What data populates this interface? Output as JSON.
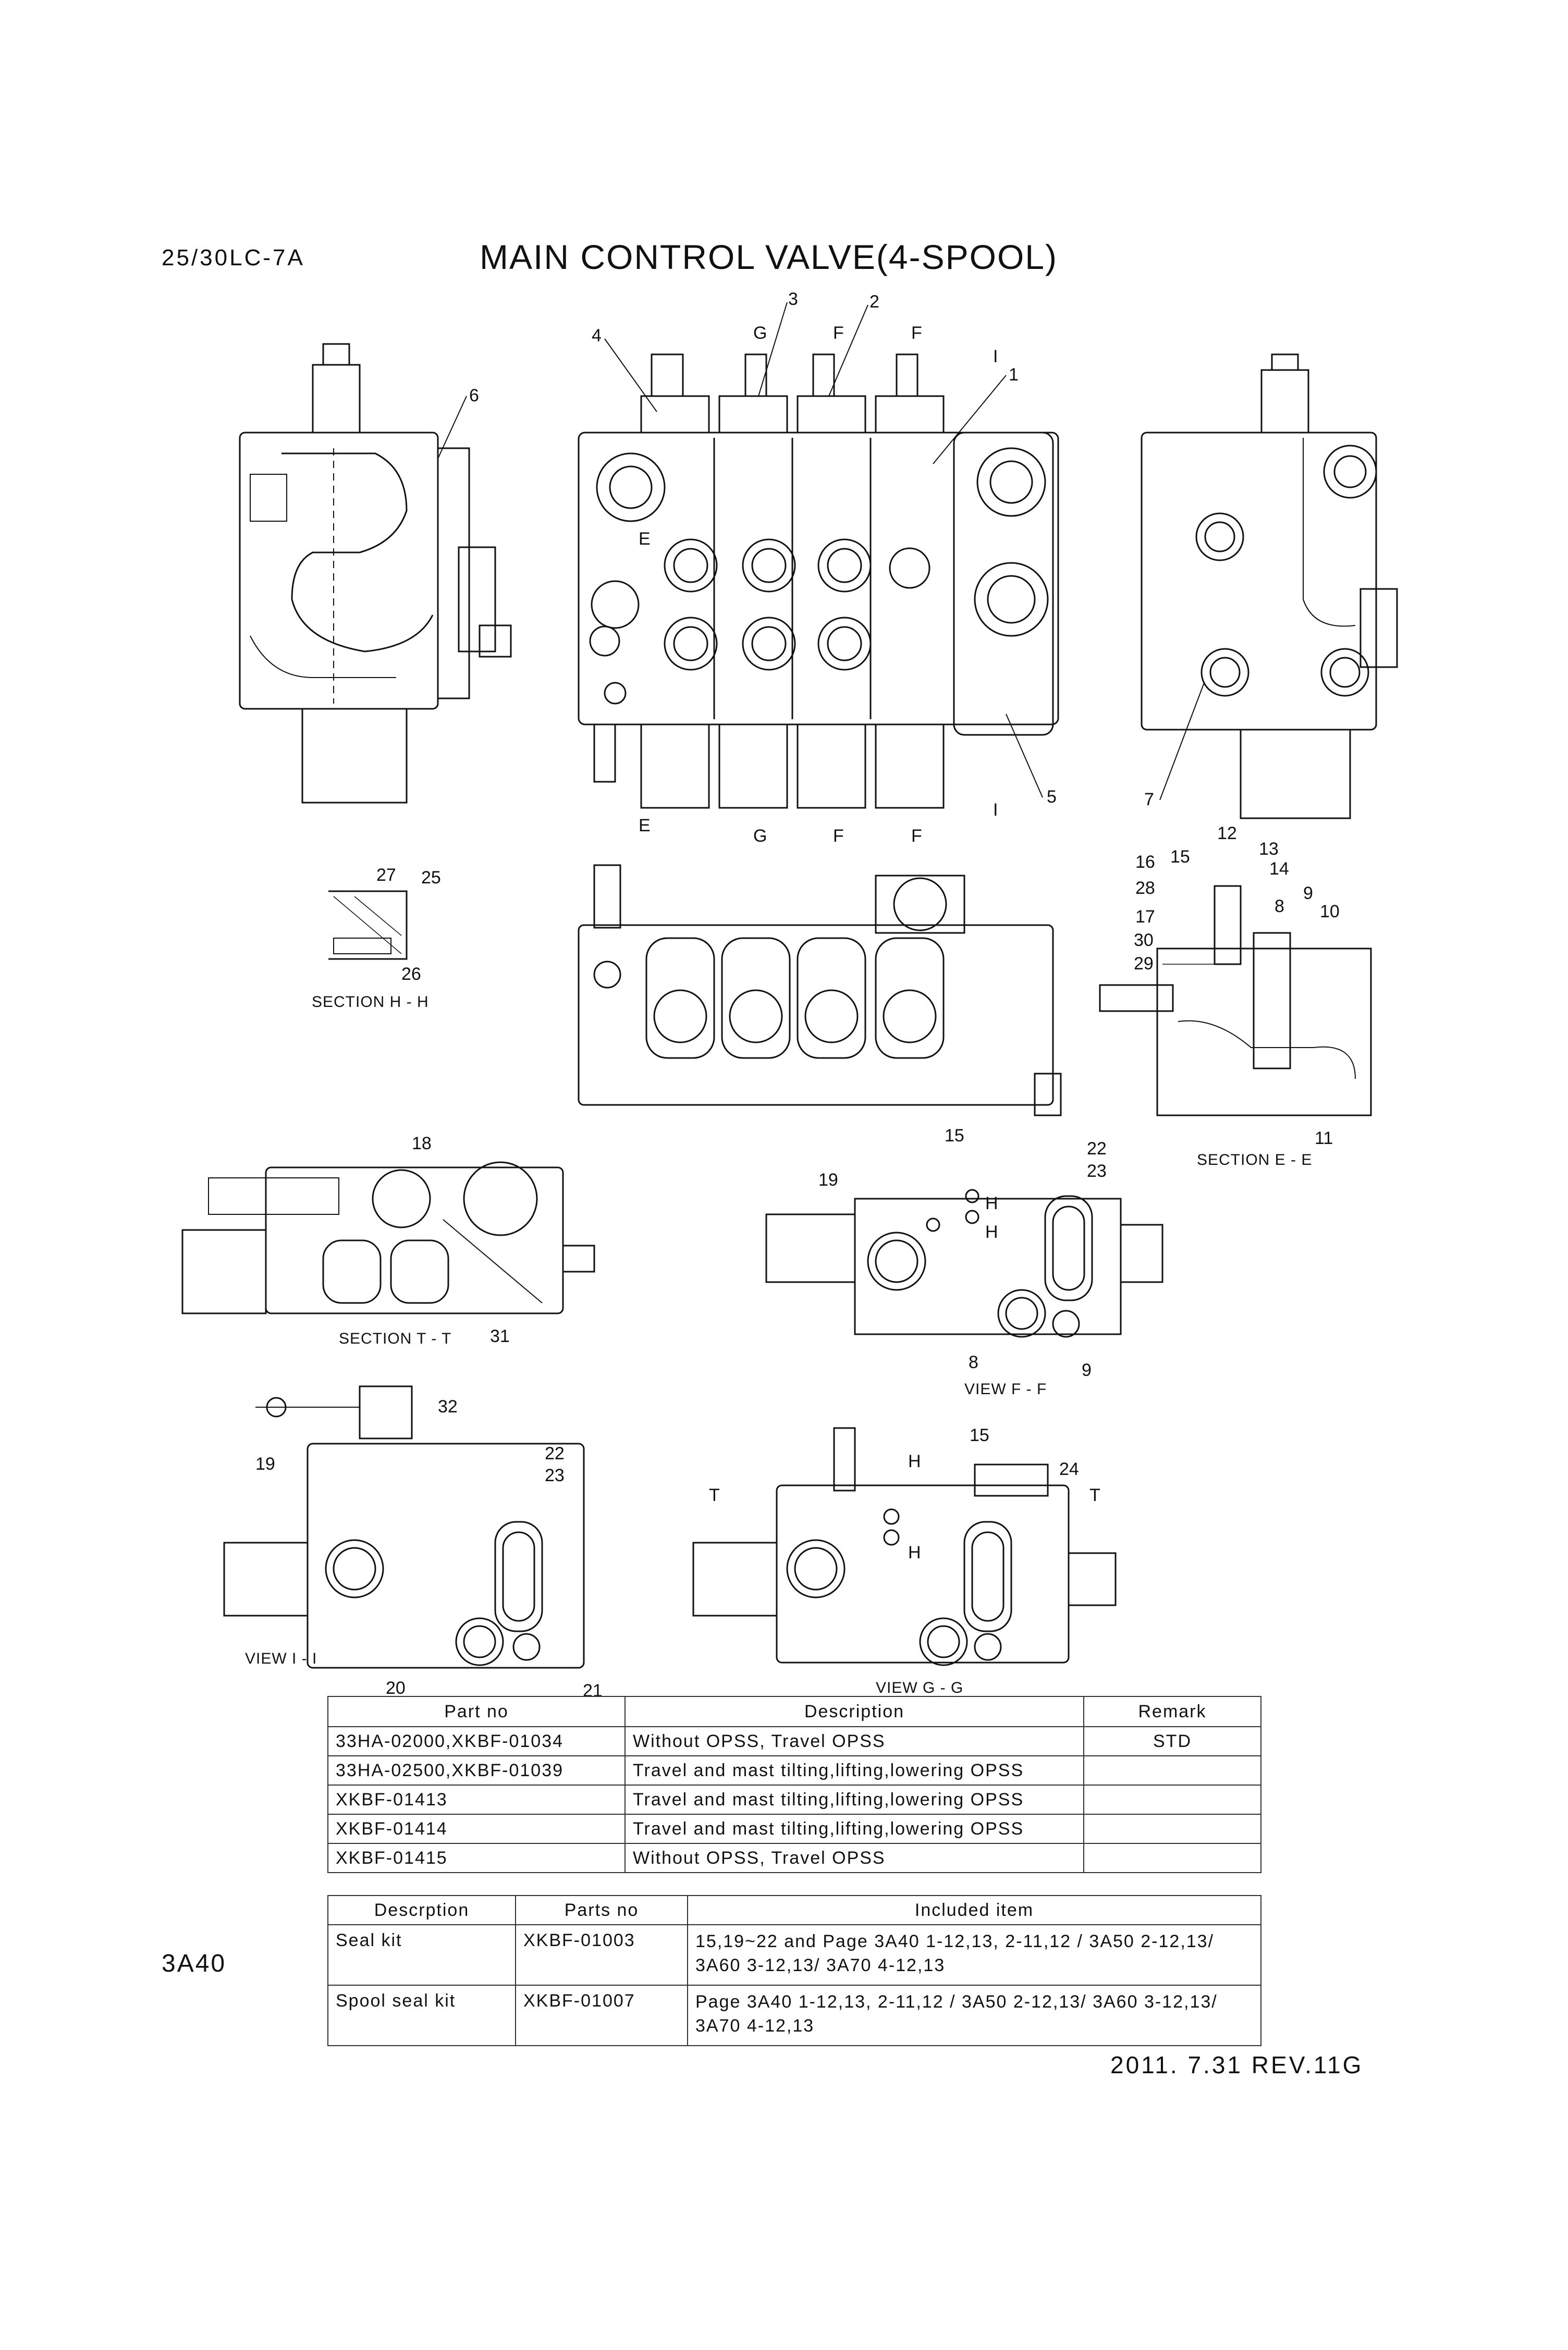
{
  "header": {
    "model": "25/30LC-7A",
    "title": "MAIN CONTROL VALVE(4-SPOOL)"
  },
  "drawing": {
    "callouts": [
      "1",
      "2",
      "3",
      "4",
      "5",
      "6",
      "7",
      "8",
      "9",
      "10",
      "11",
      "12",
      "13",
      "14",
      "15",
      "16",
      "17",
      "18",
      "19",
      "20",
      "21",
      "22",
      "23",
      "24",
      "25",
      "26",
      "27",
      "28",
      "29",
      "30",
      "31",
      "32"
    ],
    "section_marks": [
      "E",
      "G",
      "F",
      "I",
      "H",
      "T"
    ],
    "views": {
      "section_hh": "SECTION H - H",
      "section_ee": "SECTION E - E",
      "section_tt": "SECTION T - T",
      "view_ff": "VIEW F - F",
      "view_ii": "VIEW I - I",
      "view_gg": "VIEW G - G"
    }
  },
  "parts_table": {
    "headers": [
      "Part no",
      "Description",
      "Remark"
    ],
    "rows": [
      {
        "part_no": "33HA-02000,XKBF-01034",
        "description": "Without OPSS, Travel OPSS",
        "remark": "STD"
      },
      {
        "part_no": "33HA-02500,XKBF-01039",
        "description": "Travel and mast tilting,lifting,lowering OPSS",
        "remark": ""
      },
      {
        "part_no": "XKBF-01413",
        "description": "Travel and mast tilting,lifting,lowering OPSS",
        "remark": ""
      },
      {
        "part_no": "XKBF-01414",
        "description": "Travel and mast tilting,lifting,lowering OPSS",
        "remark": ""
      },
      {
        "part_no": "XKBF-01415",
        "description": "Without OPSS, Travel OPSS",
        "remark": ""
      }
    ]
  },
  "kit_table": {
    "headers": [
      "Descrption",
      "Parts no",
      "Included item"
    ],
    "rows": [
      {
        "description": "Seal kit",
        "parts_no": "XKBF-01003",
        "included": "15,19~22 and Page 3A40 1-12,13, 2-11,12 / 3A50 2-12,13/ 3A60 3-12,13/ 3A70 4-12,13"
      },
      {
        "description": "Spool seal kit",
        "parts_no": "XKBF-01007",
        "included": "Page 3A40 1-12,13, 2-11,12 / 3A50 2-12,13/ 3A60 3-12,13/ 3A70 4-12,13"
      }
    ]
  },
  "footer": {
    "page_code": "3A40",
    "date_rev": "2011. 7.31  REV.11G"
  }
}
